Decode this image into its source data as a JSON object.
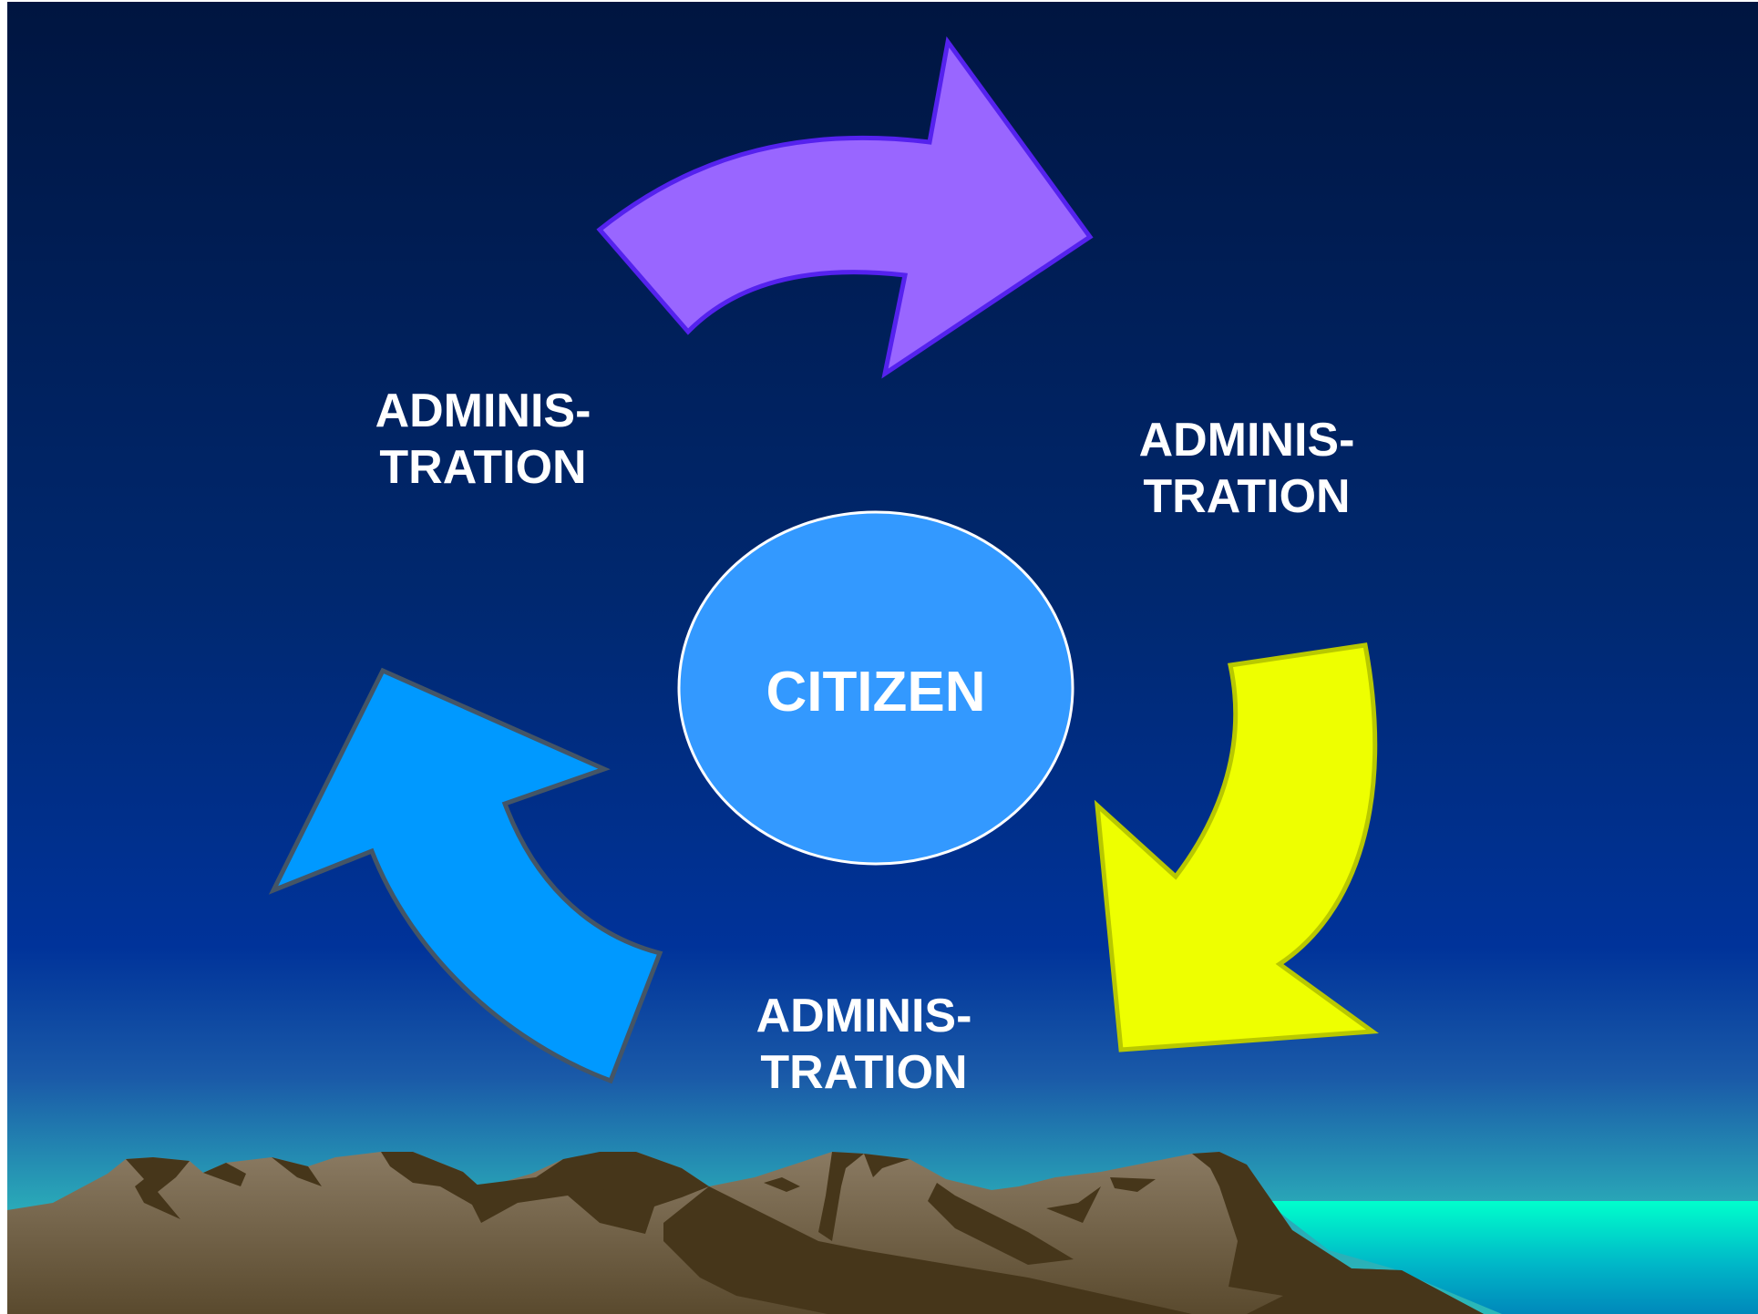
{
  "diagram": {
    "center": {
      "label": "CITIZEN",
      "color": "#3399ff"
    },
    "labels": {
      "left": {
        "line1": "ADMINIS-",
        "line2": "TRATION"
      },
      "right": {
        "line1": "ADMINIS-",
        "line2": "TRATION"
      },
      "bottom": {
        "line1": "ADMINIS-",
        "line2": "TRATION"
      }
    },
    "arrows": [
      {
        "name": "top",
        "fill": "#9966ff",
        "stroke": "#5522ee"
      },
      {
        "name": "right",
        "fill": "#eeff00",
        "stroke": "#b8c800"
      },
      {
        "name": "left",
        "fill": "#0099ff",
        "stroke": "#445566"
      }
    ],
    "colors": {
      "sky_top": "#001540",
      "sky_mid": "#00338f",
      "horizon": "#2aaab8",
      "mountains": "#46361a",
      "sea": "#00ffcc"
    }
  }
}
